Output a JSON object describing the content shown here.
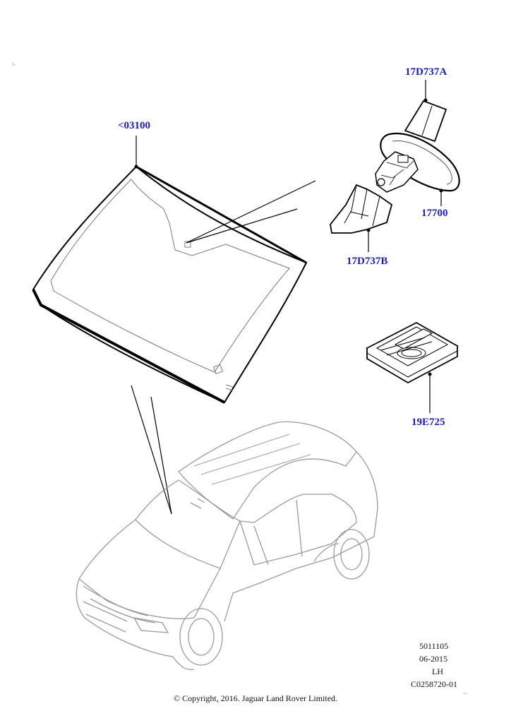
{
  "callouts": {
    "windscreen": "<03100",
    "cover_upper": "17D737A",
    "mirror": "17700",
    "cover_lower": "17D737B",
    "repair_kit": "19E725"
  },
  "meta": {
    "ref": "5011105",
    "date": "06-2015",
    "side": "LH",
    "code": "C0258720-01"
  },
  "copyright": "© Copyright, 2016. Jaguar Land Rover Limited.",
  "colors": {
    "callout": "#1a1acc",
    "line": "#000000",
    "vehicle_outline": "#9a9a9a"
  }
}
